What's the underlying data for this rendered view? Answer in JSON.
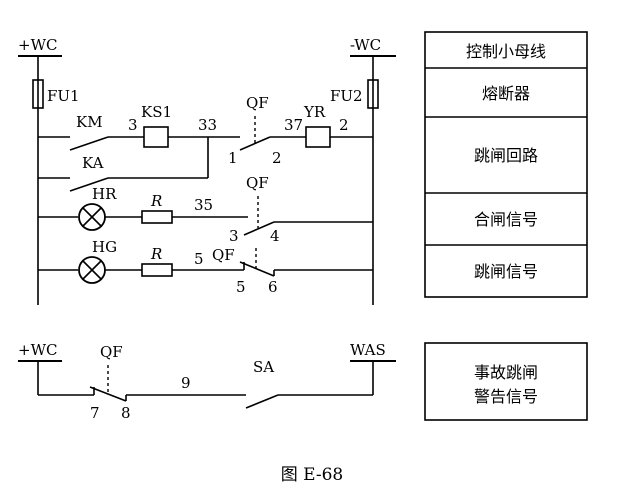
{
  "bus": {
    "plus_wc": "+WC",
    "minus_wc": "-WC",
    "plus_wc_lower": "+WC",
    "was": "WAS"
  },
  "components": {
    "fu1": "FU1",
    "fu2": "FU2",
    "km": "KM",
    "ka": "KA",
    "ks1": "KS1",
    "qf": "QF",
    "yr": "YR",
    "hr": "HR",
    "hg": "HG",
    "r": "R",
    "sa": "SA"
  },
  "nodes": {
    "n3": "3",
    "n33": "33",
    "n37": "37",
    "n2": "2",
    "n1": "1",
    "n2b": "2",
    "n35": "35",
    "n3b": "3",
    "n4": "4",
    "n5": "5",
    "n5b": "5",
    "n6": "6",
    "n7": "7",
    "n8": "8",
    "n9": "9"
  },
  "legend": {
    "upper": [
      "控制小母线",
      "熔断器",
      "跳闸回路",
      "合闸信号",
      "跳闸信号"
    ],
    "lower": [
      "事故跳闸",
      "警告信号"
    ]
  },
  "caption": "图 E-68"
}
